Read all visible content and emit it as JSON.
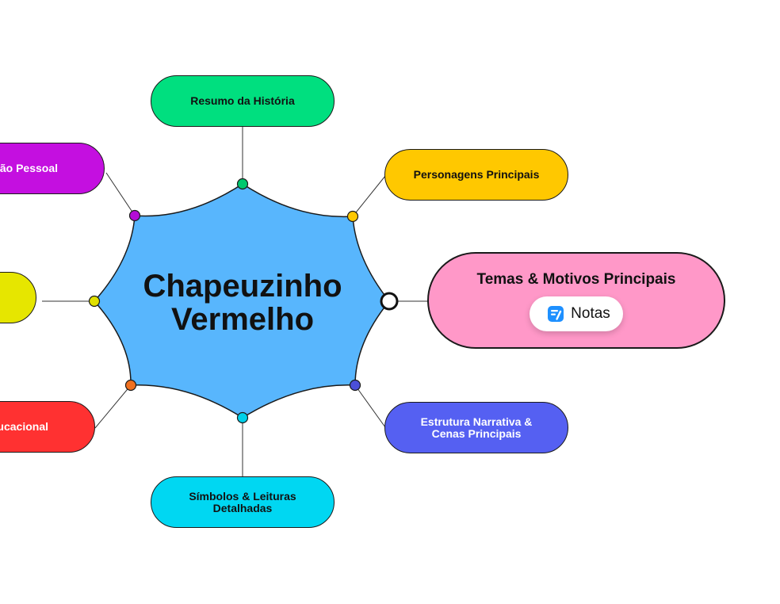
{
  "center": {
    "title_line1": "Chapeuzinho",
    "title_line2": "Vermelho",
    "fill": "#58b6fd"
  },
  "branches": {
    "resumo": {
      "label": "Resumo da História",
      "color": "#00df7f",
      "dot": "#00c86e"
    },
    "personagens": {
      "label": "Personagens Principais",
      "color": "#ffc800",
      "dot": "#ffc800"
    },
    "temas": {
      "label": "Temas & Motivos Principais",
      "color": "#ff98c8",
      "notes_label": "Notas",
      "notes_icon": "notes-icon",
      "notes_icon_color": "#1e90ff"
    },
    "estrutura": {
      "label_line1": "Estrutura Narrativa &",
      "label_line2": "Cenas Principais",
      "color": "#5560f2",
      "dot": "#4b4fd8"
    },
    "simbolos": {
      "label_line1": "Símbolos & Leituras",
      "label_line2": "Detalhadas",
      "color": "#00d7f2",
      "dot": "#00d0ea"
    },
    "reflexao": {
      "label": "xão Pessoal",
      "color": "#c40fe0",
      "dot": "#b30cd6"
    },
    "yellow": {
      "label": "",
      "color": "#e6e600",
      "dot": "#e0e000"
    },
    "educacional": {
      "label": "& Educacional",
      "color": "#ff3131",
      "dot": "#f07020"
    }
  }
}
